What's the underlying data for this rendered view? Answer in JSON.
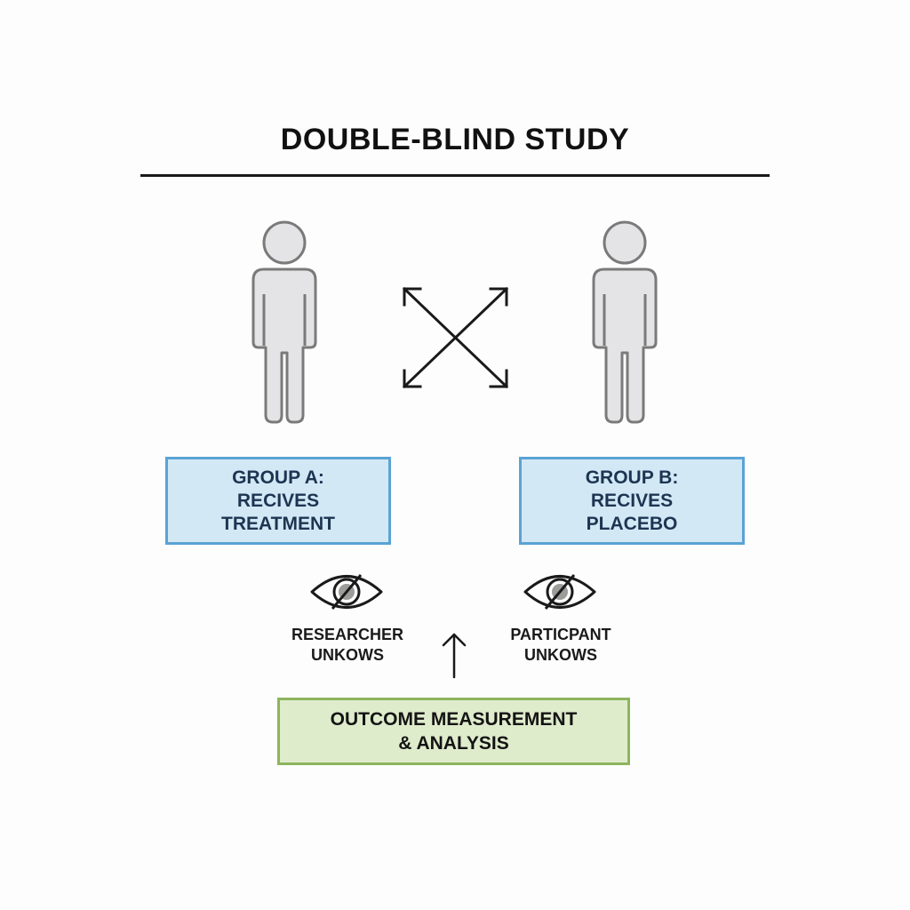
{
  "title": "DOUBLE-BLIND STUDY",
  "groups": [
    {
      "id": "A",
      "lines": [
        "GROUP A:",
        "RECIVES",
        "TREATMENT"
      ]
    },
    {
      "id": "B",
      "lines": [
        "GROUP B:",
        "RECIVES",
        "PLACEBO"
      ]
    }
  ],
  "blinding": [
    {
      "icon": "eye-crossed-icon",
      "lines": [
        "RESEARCHER",
        "UNKOWS"
      ]
    },
    {
      "icon": "eye-crossed-icon",
      "lines": [
        "PARTICPANT",
        "UNKOWS"
      ]
    }
  ],
  "outcome": {
    "lines": [
      "OUTCOME MEASUREMENT",
      "& ANALYSIS"
    ]
  },
  "icons": {
    "person": "person-icon",
    "randomize": "cross-arrows-icon",
    "flow": "up-arrow-icon"
  },
  "colors": {
    "group_fill": "#d3e8f5",
    "group_border": "#5aa3d4",
    "group_text": "#1d3552",
    "outcome_fill": "#dfeccc",
    "outcome_border": "#8db45e",
    "person_fill": "#e4e4e6",
    "person_stroke": "#7a7a7a"
  }
}
